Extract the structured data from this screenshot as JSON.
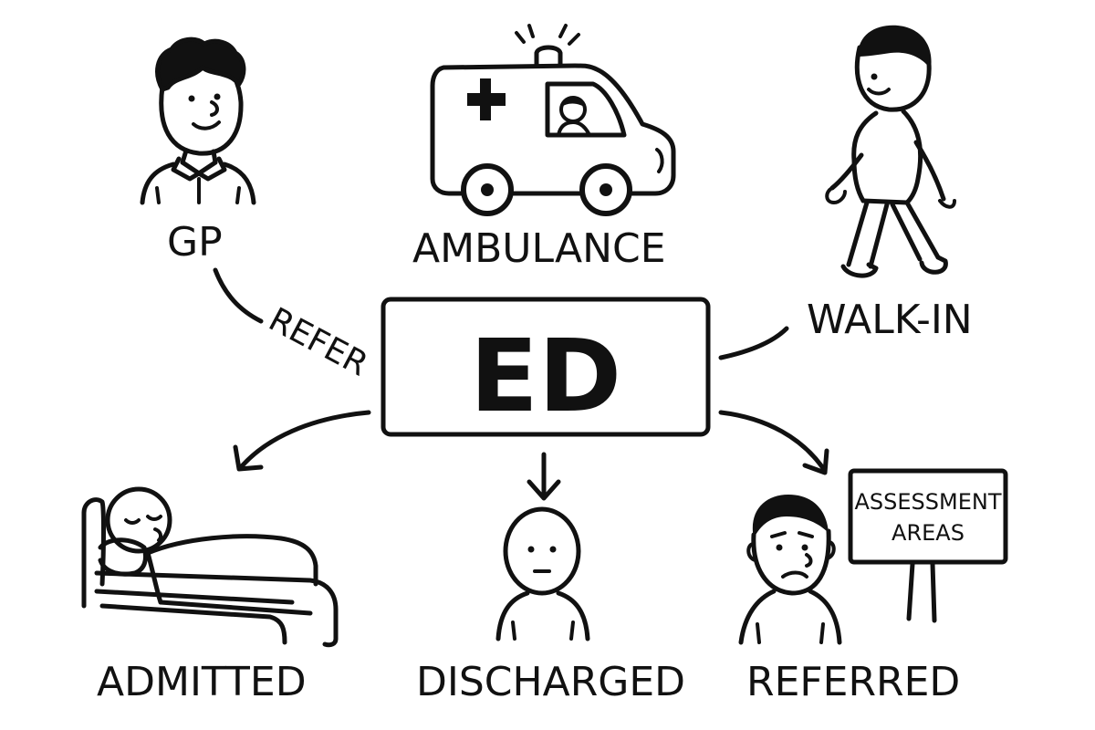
{
  "center": {
    "label": "ED"
  },
  "sources": {
    "gp": "GP",
    "ambulance": "AMBULANCE",
    "walk_in": "WALK-IN"
  },
  "edge_labels": {
    "refer": "REFER"
  },
  "outcomes": {
    "admitted": "ADMITTED",
    "discharged": "DISCHARGED",
    "referred": "REFERRED"
  },
  "sign": {
    "line1": "ASSESSMENT",
    "line2": "AREAS"
  },
  "colors": {
    "ink": "#111111",
    "background": "#ffffff"
  }
}
